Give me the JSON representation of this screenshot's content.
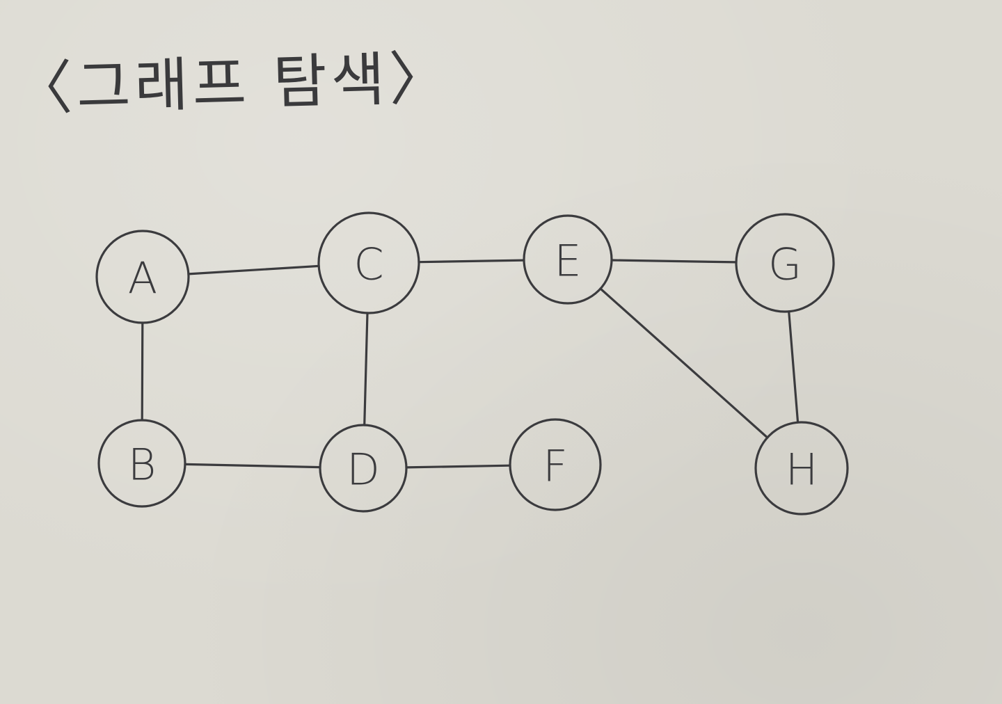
{
  "title": "〈그래프 탐색〉",
  "nodes": [
    {
      "id": "A",
      "label": "A"
    },
    {
      "id": "B",
      "label": "B"
    },
    {
      "id": "C",
      "label": "C"
    },
    {
      "id": "D",
      "label": "D"
    },
    {
      "id": "E",
      "label": "E"
    },
    {
      "id": "F",
      "label": "F"
    },
    {
      "id": "G",
      "label": "G"
    },
    {
      "id": "H",
      "label": "H"
    }
  ],
  "edges": [
    {
      "from": "A",
      "to": "C"
    },
    {
      "from": "A",
      "to": "B"
    },
    {
      "from": "C",
      "to": "D"
    },
    {
      "from": "C",
      "to": "E"
    },
    {
      "from": "B",
      "to": "D"
    },
    {
      "from": "D",
      "to": "F"
    },
    {
      "from": "E",
      "to": "G"
    },
    {
      "from": "E",
      "to": "H"
    },
    {
      "from": "G",
      "to": "H"
    }
  ]
}
